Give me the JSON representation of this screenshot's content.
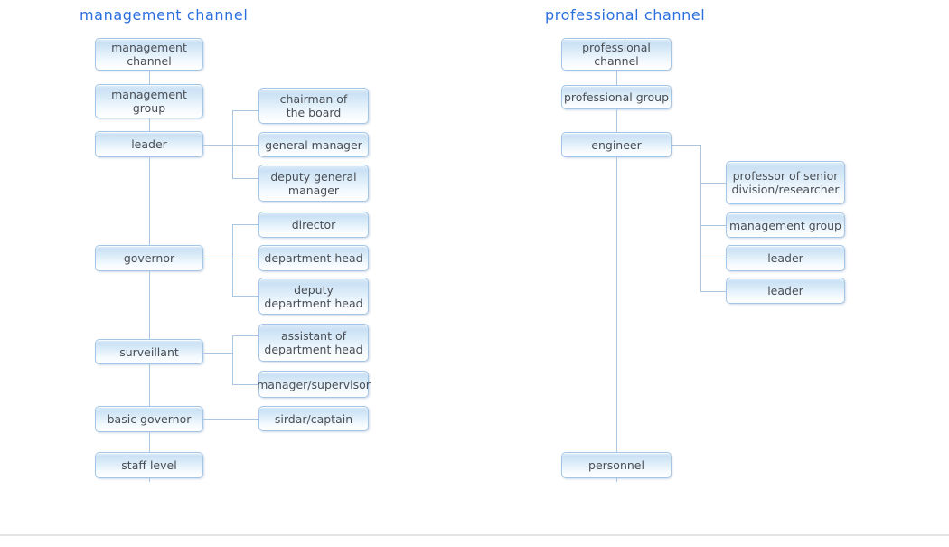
{
  "left_channel": {
    "title": "management channel",
    "chain": [
      {
        "label": "management\nchannel"
      },
      {
        "label": "management\ngroup"
      },
      {
        "label": "leader"
      },
      {
        "label": "governor"
      },
      {
        "label": "surveillant"
      },
      {
        "label": "basic governor"
      },
      {
        "label": "staff level"
      }
    ],
    "branches": [
      {
        "label": "chairman of\nthe board",
        "parent": "leader"
      },
      {
        "label": "general manager",
        "parent": "leader"
      },
      {
        "label": "deputy general\nmanager",
        "parent": "leader"
      },
      {
        "label": "director",
        "parent": "governor"
      },
      {
        "label": "department head",
        "parent": "governor"
      },
      {
        "label": "deputy\ndepartment head",
        "parent": "governor"
      },
      {
        "label": "assistant of\ndepartment head",
        "parent": "surveillant"
      },
      {
        "label": "manager/supervisor",
        "parent": "surveillant"
      },
      {
        "label": "sirdar/captain",
        "parent": "basic governor"
      }
    ]
  },
  "right_channel": {
    "title": "professional channel",
    "chain": [
      {
        "label": "professional\nchannel"
      },
      {
        "label": "professional group"
      },
      {
        "label": "engineer"
      },
      {
        "label": "personnel"
      }
    ],
    "branches": [
      {
        "label": "professor of senior\ndivision/researcher",
        "parent": "engineer"
      },
      {
        "label": "management group",
        "parent": "engineer"
      },
      {
        "label": "leader",
        "parent": "engineer"
      },
      {
        "label": "leader",
        "parent": "engineer"
      }
    ]
  },
  "colors": {
    "title_text": "#2b6fdf",
    "node_border": "#a4c6e6",
    "node_fill_top": "#cbe1f4",
    "node_text": "#4a4e54",
    "connector": "#a9c7e4",
    "bottom_divider": "#e3e3e3"
  }
}
